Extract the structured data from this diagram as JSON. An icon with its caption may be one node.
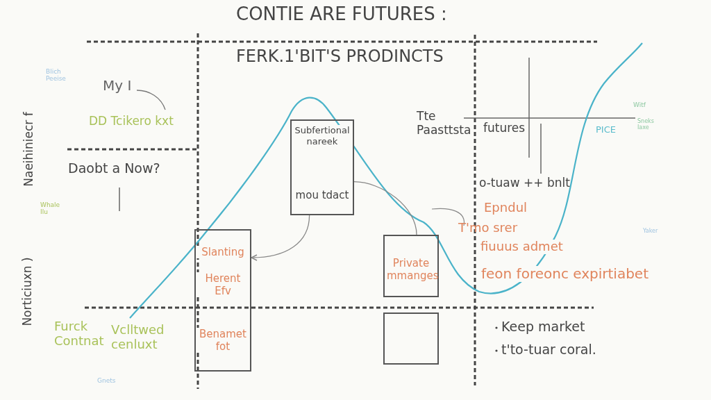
{
  "diagram": {
    "title": "CONTIE ARE FUTURES :",
    "nodes": [
      {
        "text": [
          "Subfertional nareek",
          "mou tdact"
        ]
      },
      {
        "text": [
          "Slanting",
          "Herent Efv",
          "Benamet fot"
        ]
      },
      {
        "text": [
          "Private mmanges"
        ]
      },
      {
        "text": [],
        "shape": "box"
      }
    ],
    "edges": [
      {
        "from": 0,
        "to": 1,
        "arrow": "to"
      },
      {
        "from": 0,
        "to": 2,
        "arrow": "none"
      }
    ],
    "labels": [
      "FERK.1'BIT'S PRODINCTS",
      "Blich Peeise",
      "My I",
      "DD Tcikero kxt",
      "Naeihiniecr f",
      "Daobt a Now?",
      "Whale Ilu",
      "Tte Paasttsta",
      "futures",
      "Witf",
      "PICE",
      "Sneks Iaxe",
      "o-tuaw ++ bnlt",
      "Epndul",
      "T'mo srer",
      "fiuuus admet",
      "Yaker",
      "feon foreonc expirtiabet",
      "Norticiuxn )",
      "Furck Contnat",
      "Vclltwed cenluxt",
      "Keep market",
      "t'to-tuar coral.",
      "Gnets"
    ]
  }
}
